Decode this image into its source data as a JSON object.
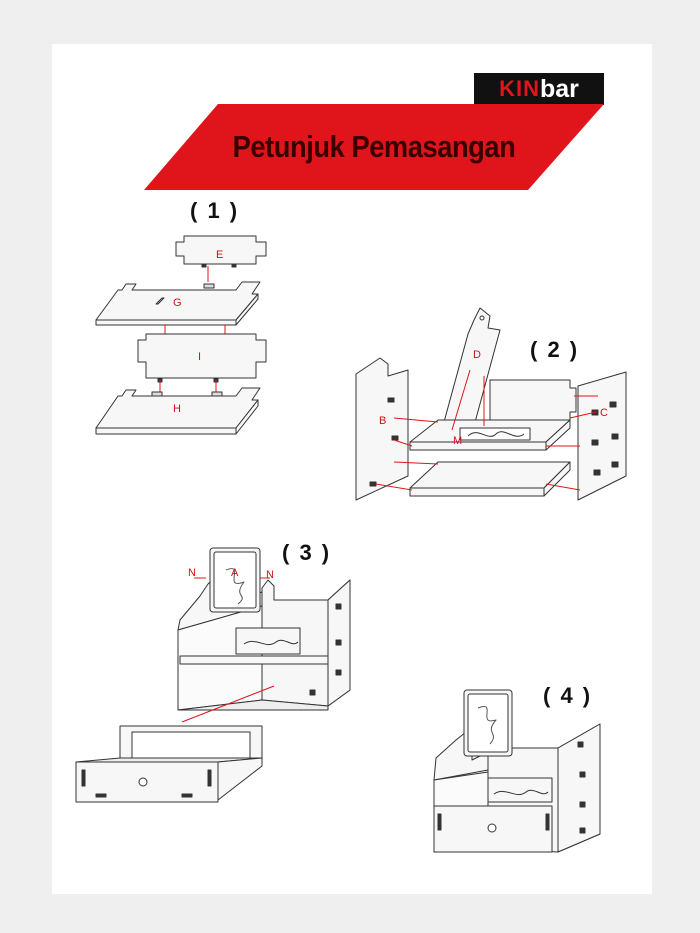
{
  "brand": {
    "prefix": "KIN",
    "suffix": "bar"
  },
  "title": "Petunjuk Pemasangan",
  "colors": {
    "accent": "#e0151b",
    "outline": "#333333",
    "panel": "#f7f7f7"
  },
  "steps": [
    "( 1 )",
    "( 2 )",
    "( 3 )",
    "( 4 )"
  ],
  "parts": {
    "a": "A",
    "b": "B",
    "c": "C",
    "d": "D",
    "e": "E",
    "g": "G",
    "h": "H",
    "i": "I",
    "m": "M",
    "n1": "N",
    "n2": "N"
  }
}
